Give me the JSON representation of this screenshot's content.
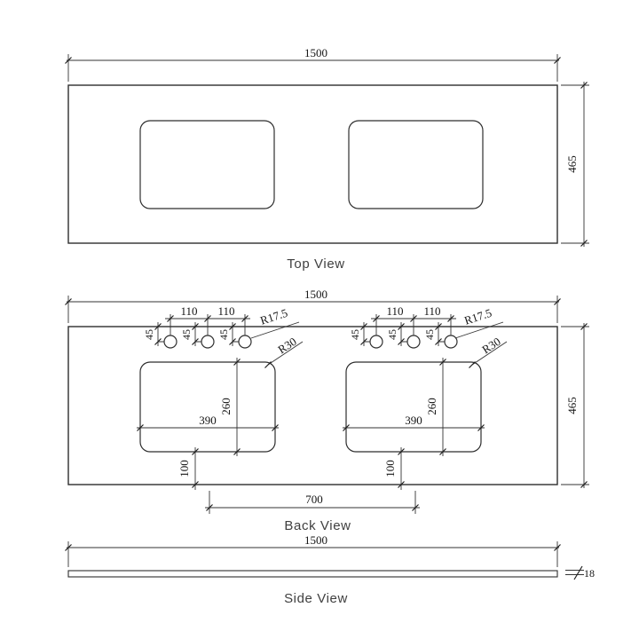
{
  "drawing": {
    "background_color": "#ffffff",
    "line_color": "#2e2e2e",
    "views": {
      "top": {
        "label": "Top View",
        "width": "1500",
        "depth": "465"
      },
      "back": {
        "label": "Back View",
        "width": "1500",
        "depth": "465",
        "hole_pitch": "110",
        "hole_setback": "45",
        "hole_radius": "R17.5",
        "cutout_corner_radius": "R30",
        "cutout_width": "390",
        "cutout_height": "260",
        "cutout_bottom_offset": "100",
        "bowl_centres": "700"
      },
      "side": {
        "label": "Side View",
        "width": "1500",
        "thickness": "18"
      }
    }
  }
}
